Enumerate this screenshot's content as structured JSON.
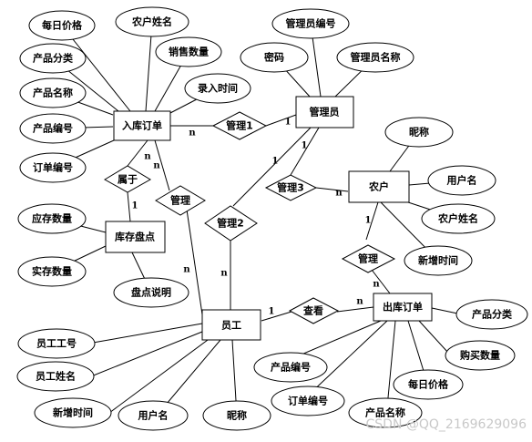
{
  "entities": {
    "inbound_order": "入库订单",
    "admin": "管理员",
    "farmer": "农户",
    "inventory": "库存盘点",
    "employee": "员工",
    "outbound_order": "出库订单"
  },
  "relationships": {
    "manage1": "管理1",
    "manage2": "管理2",
    "manage3": "管理3",
    "belong": "属于",
    "manage_emp": "管理",
    "manage_farmer": "管理",
    "view": "查看"
  },
  "attributes": {
    "inbound_daily_price": "每日价格",
    "inbound_farmer_name": "农户姓名",
    "inbound_sales_qty": "销售数量",
    "inbound_category": "产品分类",
    "inbound_product_name": "产品名称",
    "inbound_entry_time": "录入时间",
    "inbound_product_no": "产品编号",
    "inbound_order_no": "订单编号",
    "admin_no": "管理员编号",
    "admin_password": "密码",
    "admin_name": "管理员名称",
    "farmer_nickname": "昵称",
    "farmer_username": "用户名",
    "farmer_name": "农户姓名",
    "farmer_added_time": "新增时间",
    "inv_expected_qty": "应存数量",
    "inv_actual_qty": "实存数量",
    "inv_note": "盘点说明",
    "emp_no": "员工工号",
    "emp_name": "员工姓名",
    "emp_added_time": "新增时间",
    "emp_username": "用户名",
    "emp_nickname": "昵称",
    "out_category": "产品分类",
    "out_purchase_qty": "购买数量",
    "out_product_no": "产品编号",
    "out_order_no": "订单编号",
    "out_product_name": "产品名称",
    "out_daily_price": "每日价格"
  },
  "cardinalities": {
    "c1": "n",
    "c2": "1",
    "c3": "1",
    "c4": "1",
    "c5": "n",
    "c6": "n",
    "c7": "1",
    "c8": "n",
    "c9": "n",
    "c10": "n",
    "c11": "1",
    "c12": "1",
    "c13": "n",
    "c14": "n"
  },
  "watermark": "CSDN @QQ_2169629096"
}
